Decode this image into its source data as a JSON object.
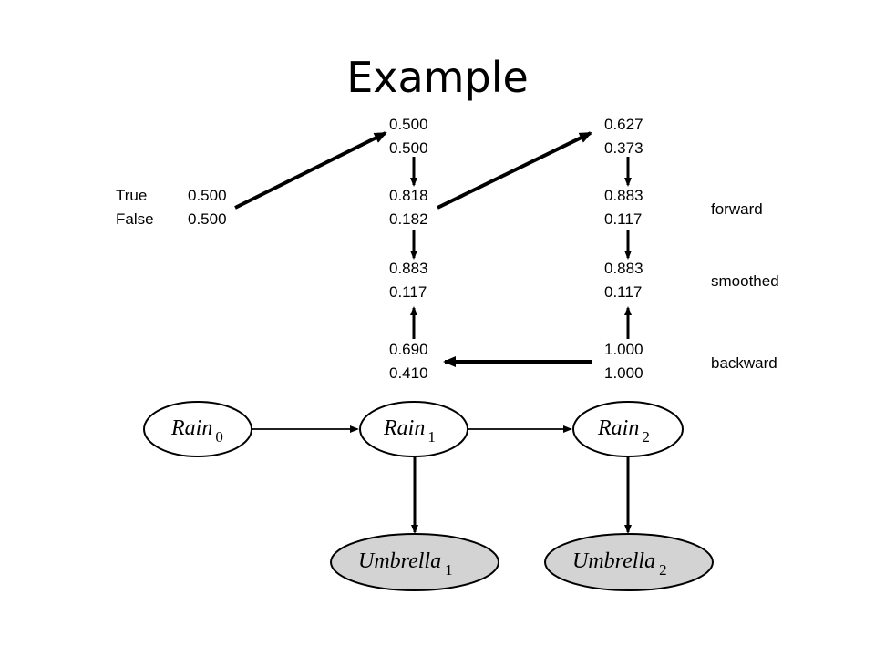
{
  "title": "Example",
  "row_labels": {
    "true": "True",
    "false": "False"
  },
  "prior": {
    "true": "0.500",
    "false": "0.500"
  },
  "col1": {
    "predict": [
      "0.500",
      "0.500"
    ],
    "forward": [
      "0.818",
      "0.182"
    ],
    "smoothed": [
      "0.883",
      "0.117"
    ],
    "backward": [
      "0.690",
      "0.410"
    ]
  },
  "col2": {
    "predict": [
      "0.627",
      "0.373"
    ],
    "forward": [
      "0.883",
      "0.117"
    ],
    "smoothed": [
      "0.883",
      "0.117"
    ],
    "backward": [
      "1.000",
      "1.000"
    ]
  },
  "legend": {
    "forward": "forward",
    "smoothed": "smoothed",
    "backward": "backward"
  },
  "nodes": {
    "rain0": {
      "name": "Rain",
      "sub": "0"
    },
    "rain1": {
      "name": "Rain",
      "sub": "1"
    },
    "rain2": {
      "name": "Rain",
      "sub": "2"
    },
    "umbrella1": {
      "name": "Umbrella",
      "sub": "1"
    },
    "umbrella2": {
      "name": "Umbrella",
      "sub": "2"
    }
  },
  "colors": {
    "evidence_fill": "#d3d3d3",
    "hidden_fill": "#ffffff",
    "stroke": "#000000"
  }
}
